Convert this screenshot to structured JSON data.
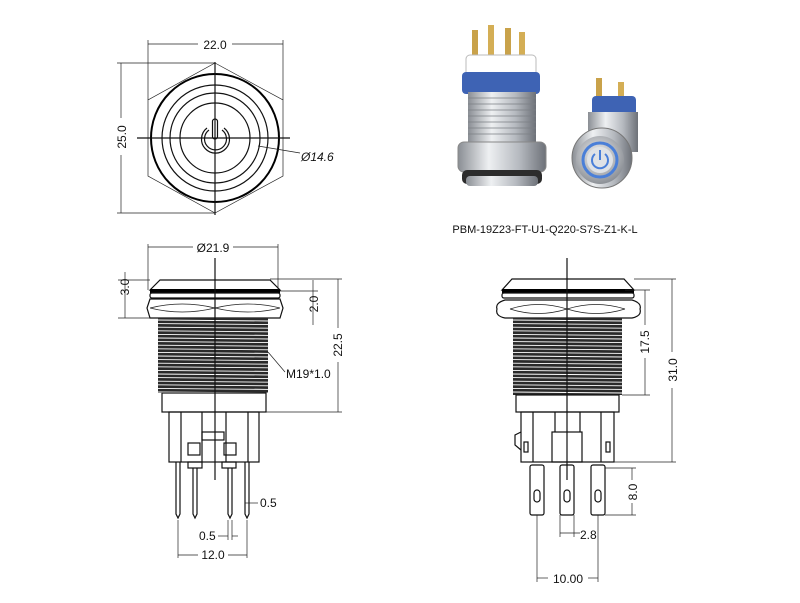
{
  "model_caption": "PBM-19Z23-FT-U1-Q220-S7S-Z1-K-L",
  "top_view": {
    "width": "22.0",
    "height": "25.0",
    "ring_diameter": "Ø14.6"
  },
  "front_view": {
    "head_diameter": "Ø21.9",
    "head_height": "3.0",
    "nut_gap": "2.0",
    "body_length": "22.5",
    "thread": "M19*1.0",
    "pin_width": "0.5",
    "pin_thickness": "0.5",
    "pin_spacing": "12.0"
  },
  "side_view": {
    "thread_length": "17.5",
    "total_length": "31.0",
    "terminal_length": "8.0",
    "terminal_width": "2.8",
    "terminal_spacing": "10.00"
  },
  "colors": {
    "line": "#111111",
    "led_blue": "#4a7fd8",
    "base_blue": "#3a5fb0",
    "metal": "#c8cbd0"
  }
}
